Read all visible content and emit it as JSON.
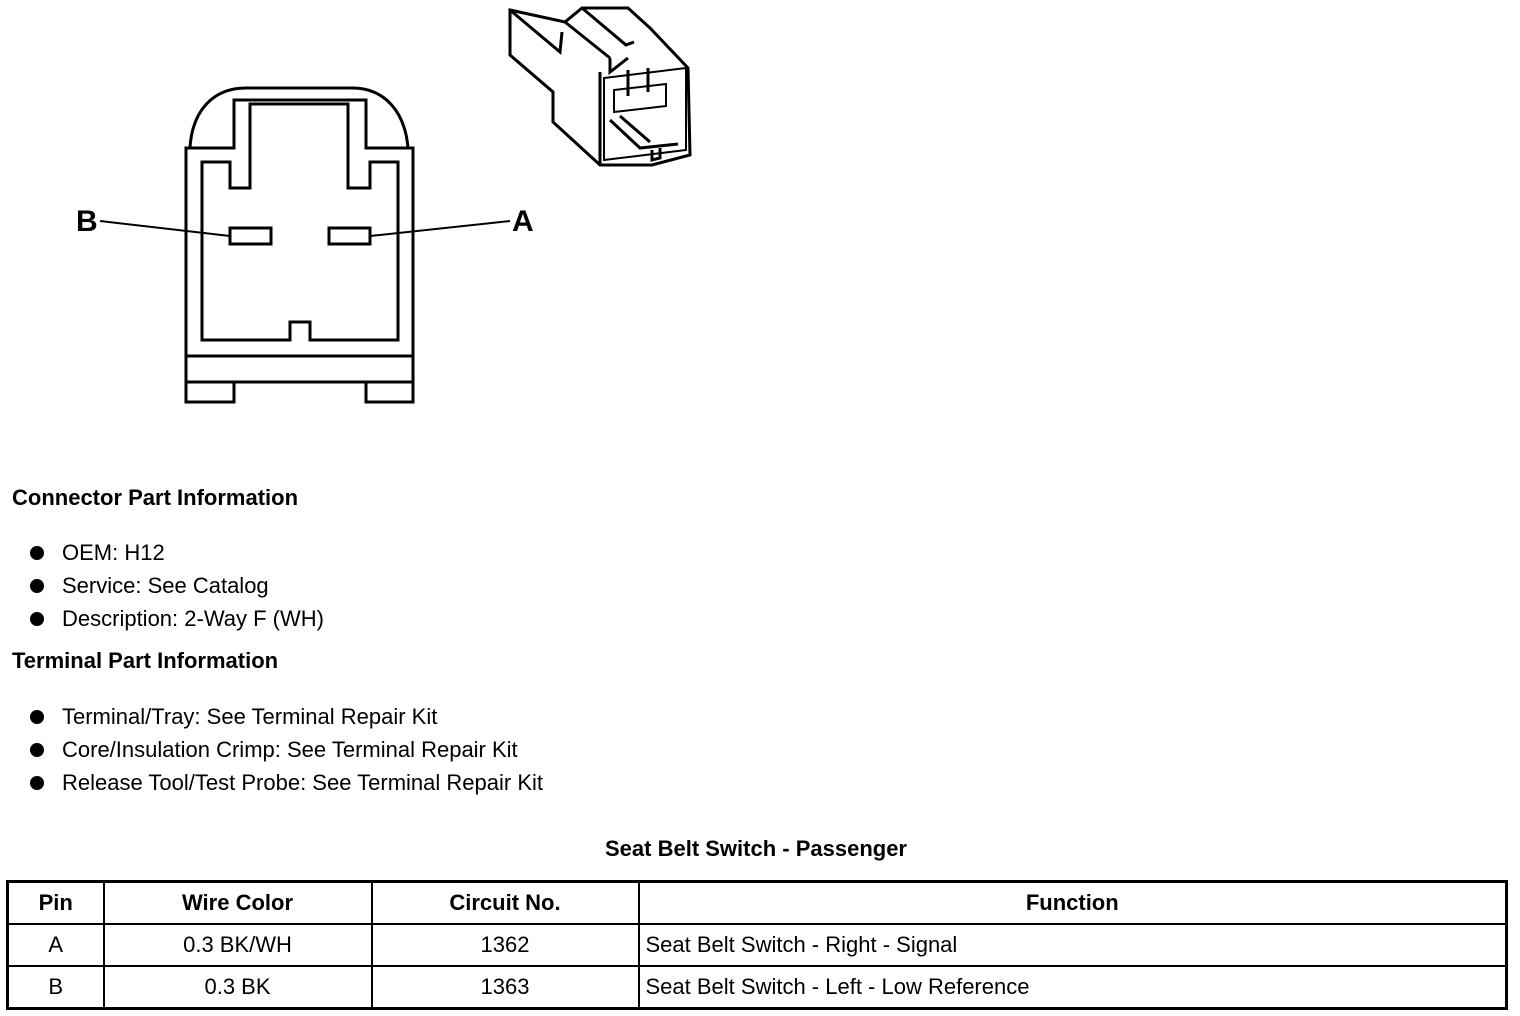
{
  "diagram": {
    "pin_labels": {
      "left": "B",
      "right": "A"
    }
  },
  "connector_info": {
    "heading": "Connector Part Information",
    "items": [
      "OEM: H12",
      "Service: See Catalog",
      "Description: 2-Way F (WH)"
    ]
  },
  "terminal_info": {
    "heading": "Terminal Part Information",
    "items": [
      "Terminal/Tray: See Terminal Repair Kit",
      "Core/Insulation Crimp: See Terminal Repair Kit",
      "Release Tool/Test Probe: See Terminal Repair Kit"
    ]
  },
  "table": {
    "title": "Seat Belt Switch - Passenger",
    "headers": [
      "Pin",
      "Wire Color",
      "Circuit No.",
      "Function"
    ],
    "rows": [
      [
        "A",
        "0.3 BK/WH",
        "1362",
        "Seat Belt Switch - Right - Signal"
      ],
      [
        "B",
        "0.3 BK",
        "1363",
        "Seat Belt Switch - Left - Low Reference"
      ]
    ]
  }
}
